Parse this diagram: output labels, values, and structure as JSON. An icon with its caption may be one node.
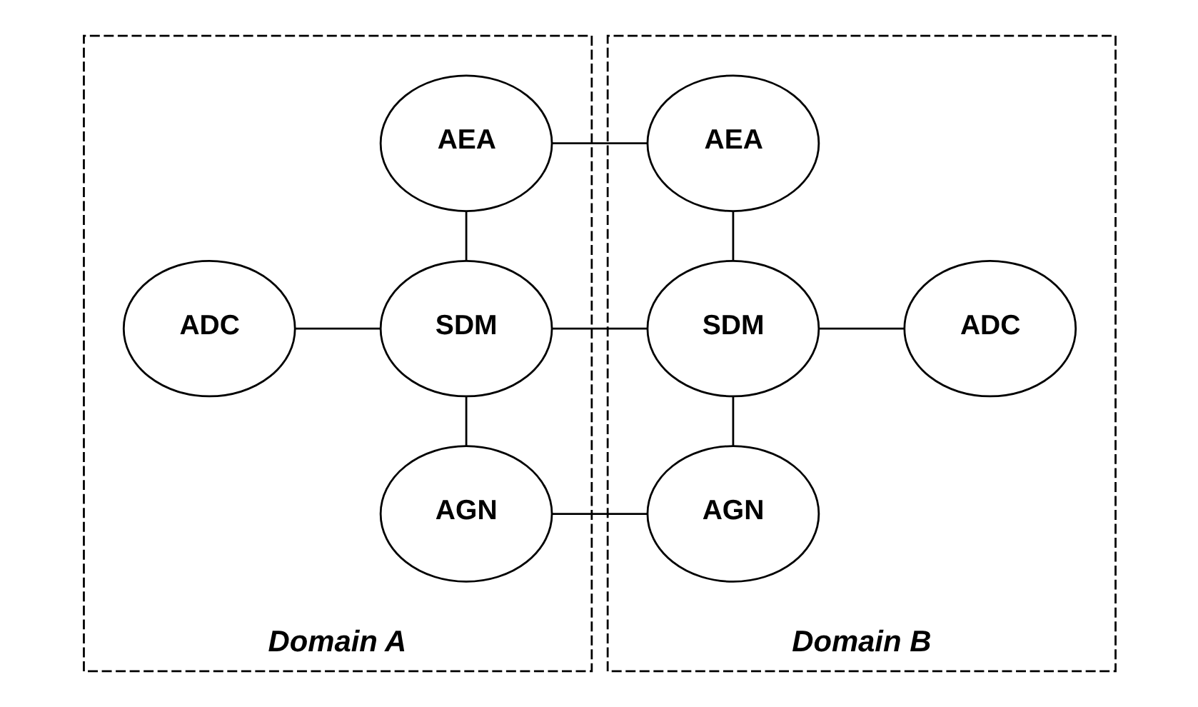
{
  "diagram": {
    "nodes": [
      {
        "text": [
          "Domain A"
        ]
      },
      {
        "text": [
          "Domain B"
        ]
      },
      {
        "text": [
          "AGN"
        ],
        "in": 0
      },
      {
        "text": [
          "ADC"
        ],
        "in": 0
      },
      {
        "text": [
          "SDM"
        ],
        "in": 0
      },
      {
        "text": [
          "AEA"
        ],
        "in": 0
      },
      {
        "text": [
          "AGN"
        ],
        "in": 1
      },
      {
        "text": [
          "SDM"
        ],
        "in": 1
      },
      {
        "text": [
          "ADC"
        ],
        "in": 1
      },
      {
        "text": [
          "AEA"
        ],
        "in": 1
      }
    ],
    "edges": [
      {
        "from": 2,
        "to": 4,
        "arrow": "none"
      },
      {
        "from": 3,
        "to": 4,
        "arrow": "none"
      },
      {
        "from": 4,
        "to": 5,
        "arrow": "none"
      },
      {
        "from": 2,
        "to": 6,
        "arrow": "none"
      },
      {
        "from": 4,
        "to": 7,
        "arrow": "none"
      },
      {
        "from": 5,
        "to": 9,
        "arrow": "none"
      },
      {
        "from": 6,
        "to": 7,
        "arrow": "none"
      },
      {
        "from": 7,
        "to": 8,
        "arrow": "none"
      },
      {
        "from": 7,
        "to": 9,
        "arrow": "none"
      }
    ]
  }
}
